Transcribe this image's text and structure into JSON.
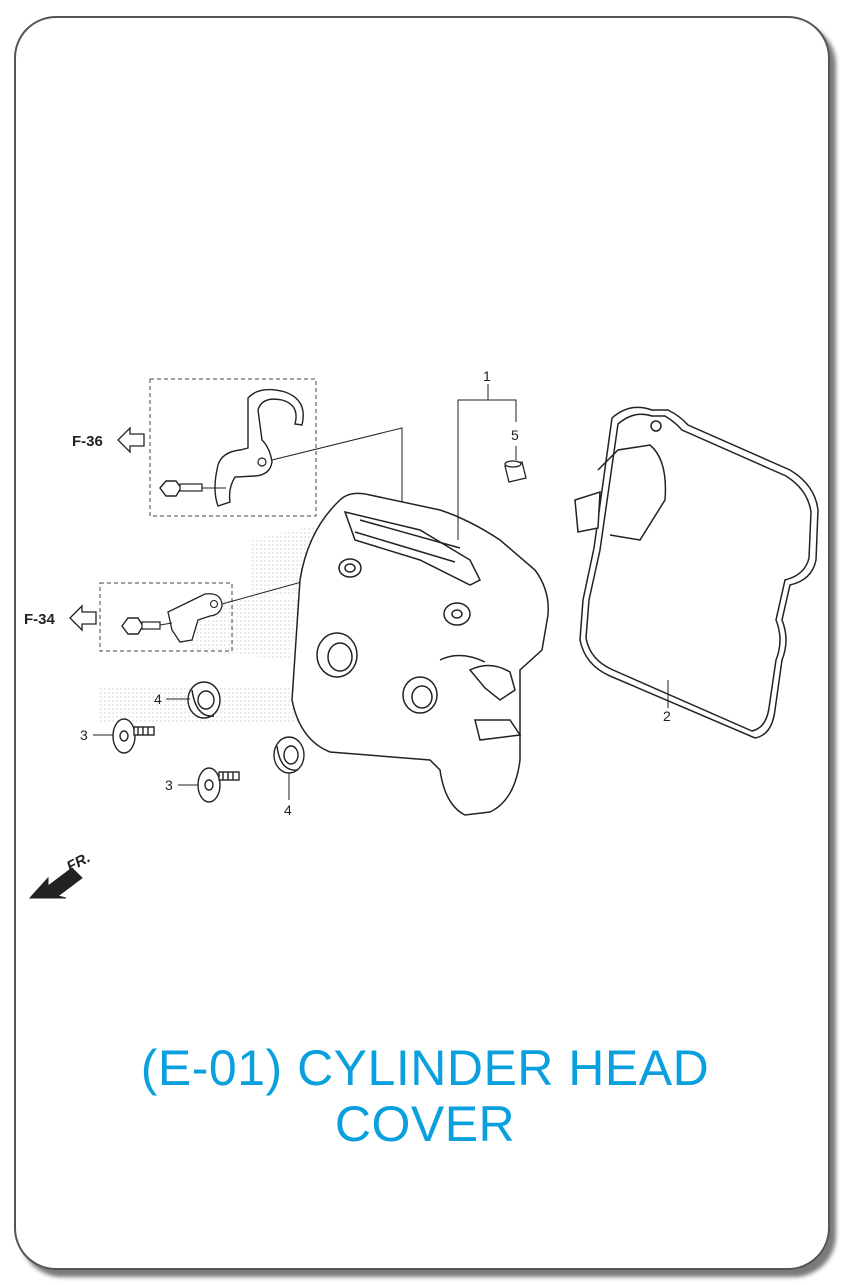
{
  "title": {
    "line1": "(E-01) CYLINDER HEAD",
    "line2": "COVER"
  },
  "references": {
    "f36": "F-36",
    "f34": "F-34",
    "front": "FR."
  },
  "callouts": {
    "c1": "1",
    "c2": "2",
    "c3a": "3",
    "c3b": "3",
    "c4a": "4",
    "c4b": "4",
    "c5": "5"
  },
  "colors": {
    "title": "#0aa0dd",
    "line": "#222222",
    "frame": "#555555"
  }
}
